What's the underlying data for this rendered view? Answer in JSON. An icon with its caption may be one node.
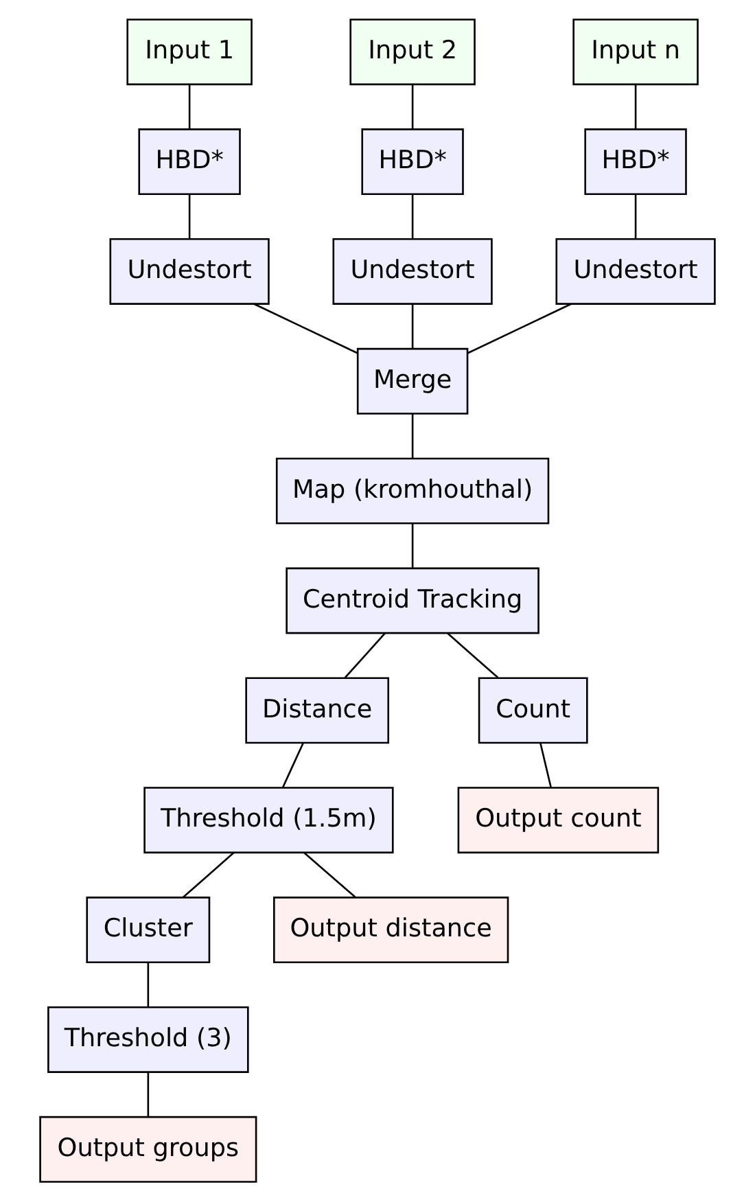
{
  "diagram": {
    "nodes": [
      {
        "text": [
          "Input 1"
        ]
      },
      {
        "text": [
          "Input 2"
        ]
      },
      {
        "text": [
          "Input n"
        ]
      },
      {
        "text": [
          "HBD*"
        ]
      },
      {
        "text": [
          "HBD*"
        ]
      },
      {
        "text": [
          "HBD*"
        ]
      },
      {
        "text": [
          "Undestort"
        ]
      },
      {
        "text": [
          "Undestort"
        ]
      },
      {
        "text": [
          "Undestort"
        ]
      },
      {
        "text": [
          "Merge"
        ]
      },
      {
        "text": [
          "Map (kromhouthal)"
        ]
      },
      {
        "text": [
          "Centroid Tracking"
        ]
      },
      {
        "text": [
          "Distance"
        ]
      },
      {
        "text": [
          "Count"
        ]
      },
      {
        "text": [
          "Threshold (1.5m)"
        ]
      },
      {
        "text": [
          "Output count"
        ]
      },
      {
        "text": [
          "Cluster"
        ]
      },
      {
        "text": [
          "Output distance"
        ]
      },
      {
        "text": [
          "Threshold (3)"
        ]
      },
      {
        "text": [
          "Output groups"
        ]
      }
    ],
    "edges": [
      {
        "from": 0,
        "to": 3,
        "arrow": "none"
      },
      {
        "from": 1,
        "to": 4,
        "arrow": "none"
      },
      {
        "from": 2,
        "to": 5,
        "arrow": "none"
      },
      {
        "from": 3,
        "to": 6,
        "arrow": "none"
      },
      {
        "from": 4,
        "to": 7,
        "arrow": "none"
      },
      {
        "from": 5,
        "to": 8,
        "arrow": "none"
      },
      {
        "from": 6,
        "to": 9,
        "arrow": "none"
      },
      {
        "from": 7,
        "to": 9,
        "arrow": "none"
      },
      {
        "from": 8,
        "to": 9,
        "arrow": "none"
      },
      {
        "from": 9,
        "to": 10,
        "arrow": "none"
      },
      {
        "from": 10,
        "to": 11,
        "arrow": "none"
      },
      {
        "from": 11,
        "to": 12,
        "arrow": "none"
      },
      {
        "from": 11,
        "to": 13,
        "arrow": "none"
      },
      {
        "from": 12,
        "to": 14,
        "arrow": "none"
      },
      {
        "from": 13,
        "to": 15,
        "arrow": "none"
      },
      {
        "from": 14,
        "to": 16,
        "arrow": "none"
      },
      {
        "from": 14,
        "to": 17,
        "arrow": "none"
      },
      {
        "from": 16,
        "to": 18,
        "arrow": "none"
      },
      {
        "from": 18,
        "to": 19,
        "arrow": "none"
      }
    ]
  }
}
